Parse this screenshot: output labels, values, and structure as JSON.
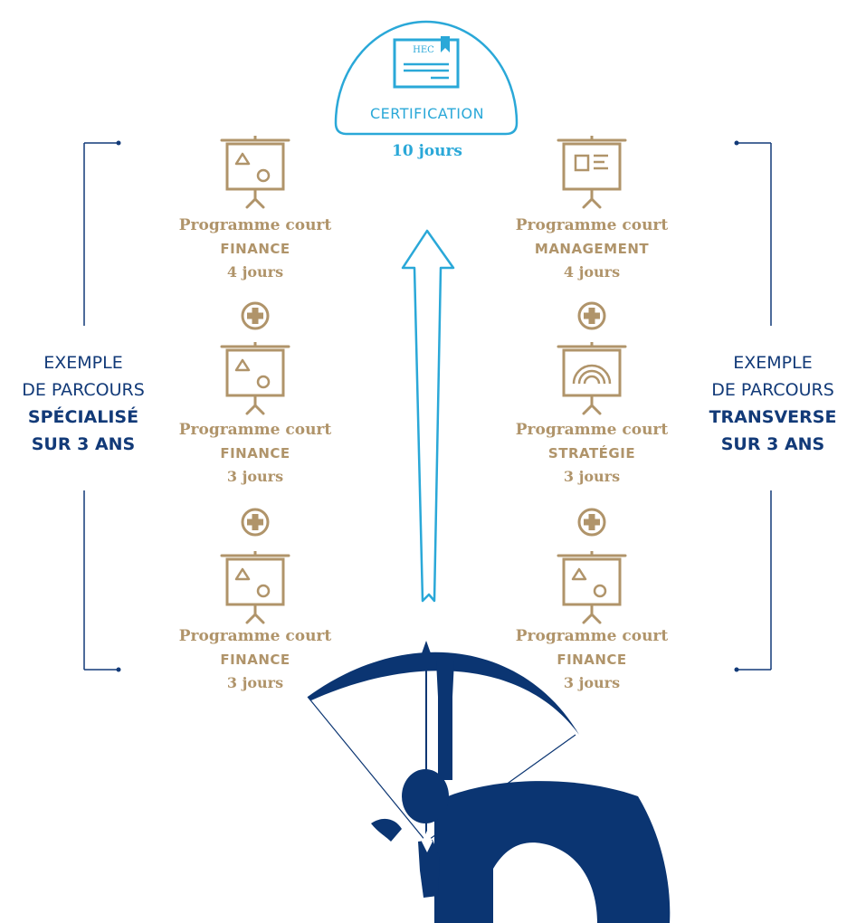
{
  "certification": {
    "label": "CERTIFICATION",
    "days": "10 jours",
    "logo_text": "HEC"
  },
  "left_path": {
    "line1": "EXEMPLE",
    "line2": "DE PARCOURS",
    "line3": "SPÉCIALISÉ",
    "line4": "SUR 3 ANS",
    "steps": [
      {
        "title": "Programme court",
        "subject": "FINANCE",
        "duration": "4 jours",
        "icon": "shapes-board-icon"
      },
      {
        "title": "Programme court",
        "subject": "FINANCE",
        "duration": "3 jours",
        "icon": "shapes-board-icon"
      },
      {
        "title": "Programme court",
        "subject": "FINANCE",
        "duration": "3 jours",
        "icon": "shapes-board-icon"
      }
    ]
  },
  "right_path": {
    "line1": "EXEMPLE",
    "line2": "DE PARCOURS",
    "line3": "TRANSVERSE",
    "line4": "SUR 3 ANS",
    "steps": [
      {
        "title": "Programme court",
        "subject": "MANAGEMENT",
        "duration": "4 jours",
        "icon": "document-board-icon"
      },
      {
        "title": "Programme court",
        "subject": "STRATÉGIE",
        "duration": "3 jours",
        "icon": "arc-board-icon"
      },
      {
        "title": "Programme court",
        "subject": "FINANCE",
        "duration": "3 jours",
        "icon": "shapes-board-icon"
      }
    ]
  },
  "connector_icon": "plus-circle-icon",
  "colors": {
    "gold": "#b0946a",
    "cyan": "#2aa8d8",
    "navy": "#123a78",
    "archer_navy": "#0b3572"
  }
}
